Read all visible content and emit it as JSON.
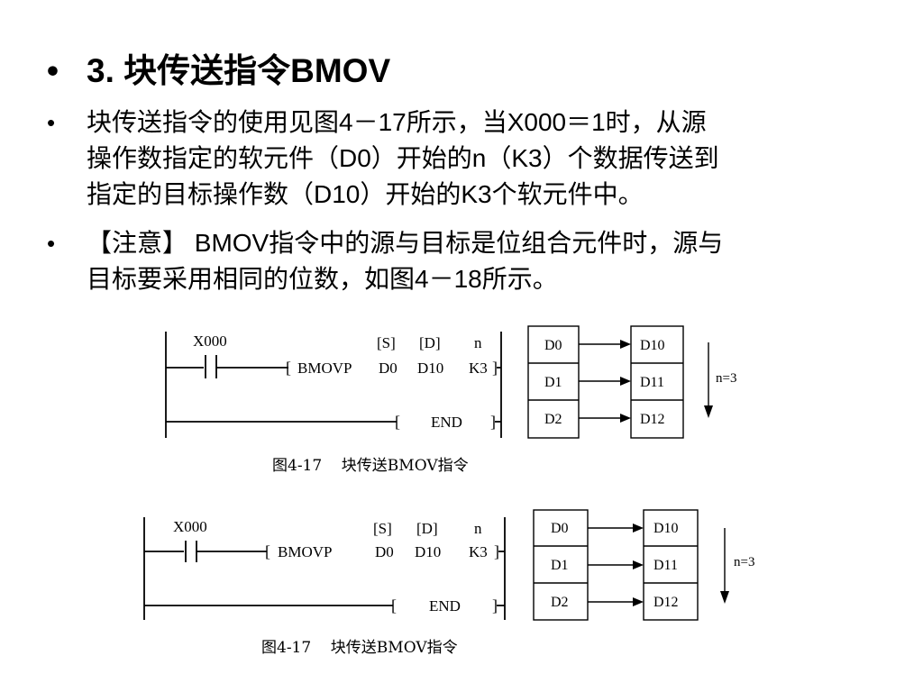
{
  "title": {
    "bullet": "•",
    "text": "3.  块传送指令BMOV"
  },
  "bullets": [
    {
      "bullet": "•",
      "lines": [
        "块传送指令的使用见图4－17所示，当X000＝1时，从源",
        "操作数指定的软元件（D0）开始的n（K3）个数据传送到",
        "指定的目标操作数（D10）开始的K3个软元件中。"
      ]
    },
    {
      "bullet": "•",
      "lines": [
        "【注意】 BMOV指令中的源与目标是位组合元件时，源与",
        "目标要采用相同的位数，如图4－18所示。"
      ]
    }
  ],
  "figures": [
    {
      "contact": "X000",
      "hdr_s": "[S]",
      "hdr_d": "[D]",
      "hdr_n": "n",
      "bracket_open": "[",
      "instruction": "BMOVP",
      "op_s": "D0",
      "op_d": "D10",
      "op_n": "K3",
      "bracket_close": "]",
      "end_open": "[",
      "end": "END",
      "end_close": "]",
      "sources": [
        "D0",
        "D1",
        "D2"
      ],
      "targets": [
        "D10",
        "D11",
        "D12"
      ],
      "n_label": "n=3",
      "caption": "图4-17    块传送BMOV指令"
    },
    {
      "contact": "X000",
      "hdr_s": "[S]",
      "hdr_d": "[D]",
      "hdr_n": "n",
      "bracket_open": "[",
      "instruction": "BMOVP",
      "op_s": "D0",
      "op_d": "D10",
      "op_n": "K3",
      "bracket_close": "]",
      "end_open": "[",
      "end": "END",
      "end_close": "]",
      "sources": [
        "D0",
        "D1",
        "D2"
      ],
      "targets": [
        "D10",
        "D11",
        "D12"
      ],
      "n_label": "n=3",
      "caption": "图4-17    块传送BMOV指令"
    }
  ]
}
